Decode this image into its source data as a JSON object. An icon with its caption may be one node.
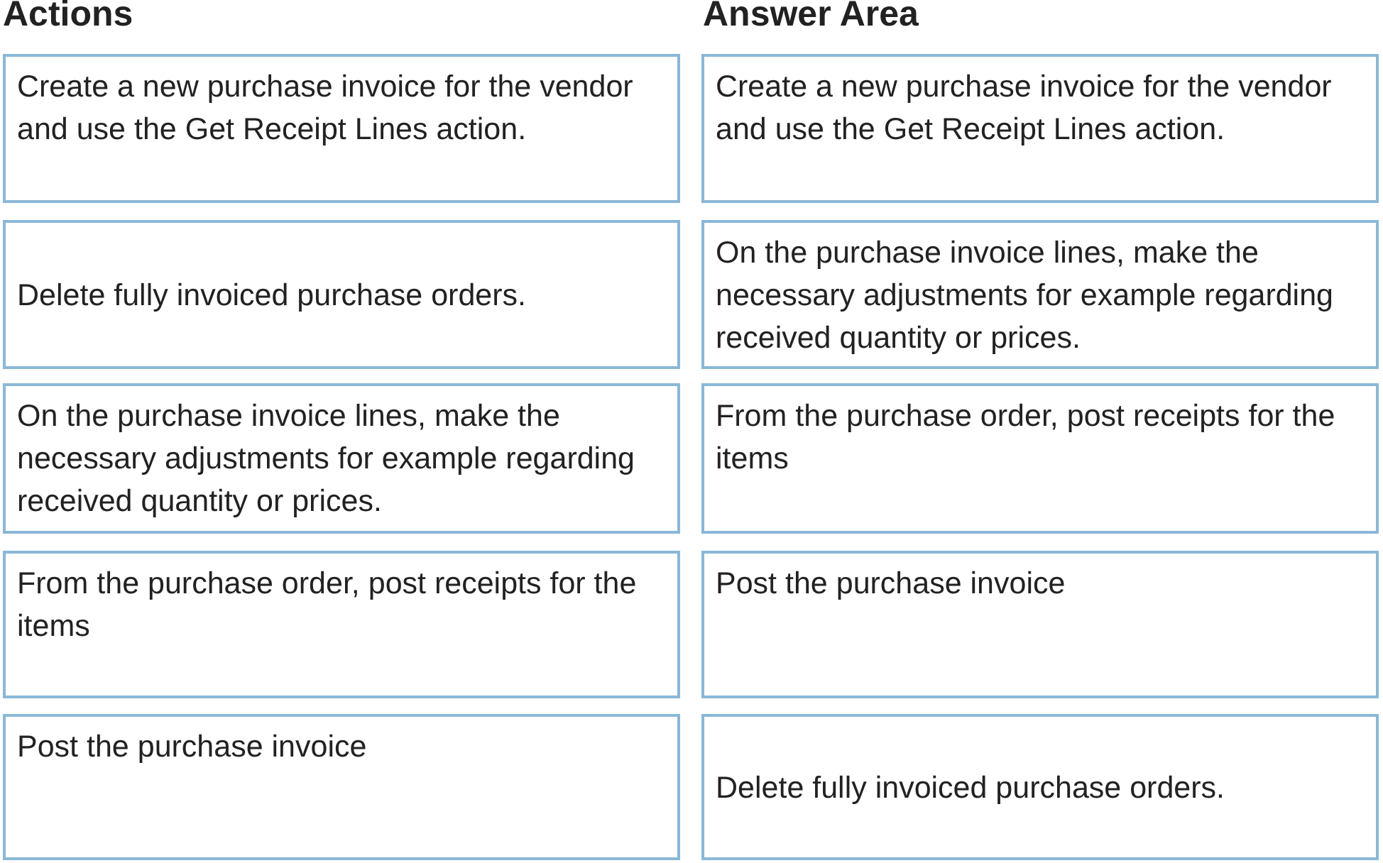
{
  "diagram": {
    "nodes": [
      {
        "text": [
          "Create a new purchase invoice for the vendor and use the Get Receipt Lines action."
        ]
      },
      {
        "text": [
          "Delete fully invoiced purchase orders."
        ]
      },
      {
        "text": [
          "On the purchase invoice lines, make the necessary adjustments for example regarding received quantity or prices."
        ]
      },
      {
        "text": [
          "From the purchase order, post receipts for the items"
        ]
      },
      {
        "text": [
          "Post the purchase invoice"
        ]
      },
      {
        "text": [
          "Create a new purchase invoice for the vendor and use the Get Receipt Lines action."
        ]
      },
      {
        "text": [
          "On the purchase invoice lines, make the necessary adjustments for example regarding received quantity or prices."
        ]
      },
      {
        "text": [
          "From the purchase order, post receipts for the items"
        ]
      },
      {
        "text": [
          "Post the purchase invoice"
        ]
      },
      {
        "text": [
          "Delete fully invoiced purchase orders."
        ]
      }
    ],
    "edges": [],
    "labels": [
      "Actions",
      "Answer Area"
    ]
  }
}
